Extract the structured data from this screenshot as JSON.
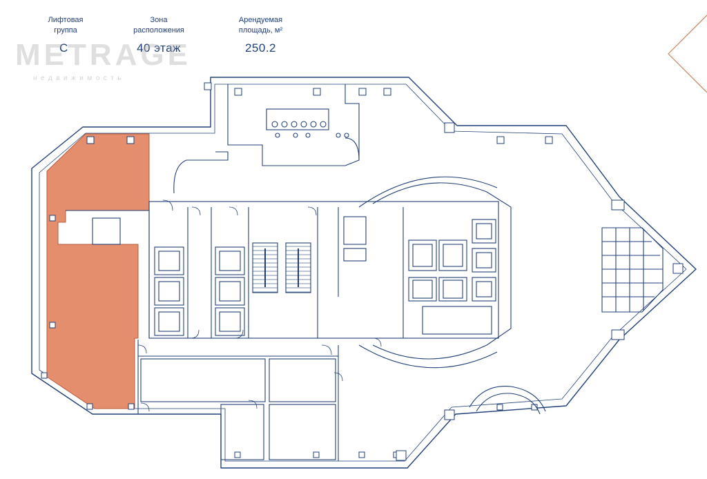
{
  "header": {
    "lift_group_label": "Лифтовая группа",
    "lift_group_value": "C",
    "zone_label": "Зона расположения",
    "zone_value": "40 этаж",
    "area_label": "Арендуемая площадь, м²",
    "area_value": "250.2"
  },
  "watermark": {
    "brand": "METRAGE",
    "tagline": "недвижимость"
  },
  "colors": {
    "highlight_fill": "#e58e6e",
    "wall_line": "#1f3e78",
    "text": "#1f3e78",
    "accent_corner": "#c8845e"
  },
  "floor_plan": {
    "highlighted_unit": "rented-office-west"
  }
}
